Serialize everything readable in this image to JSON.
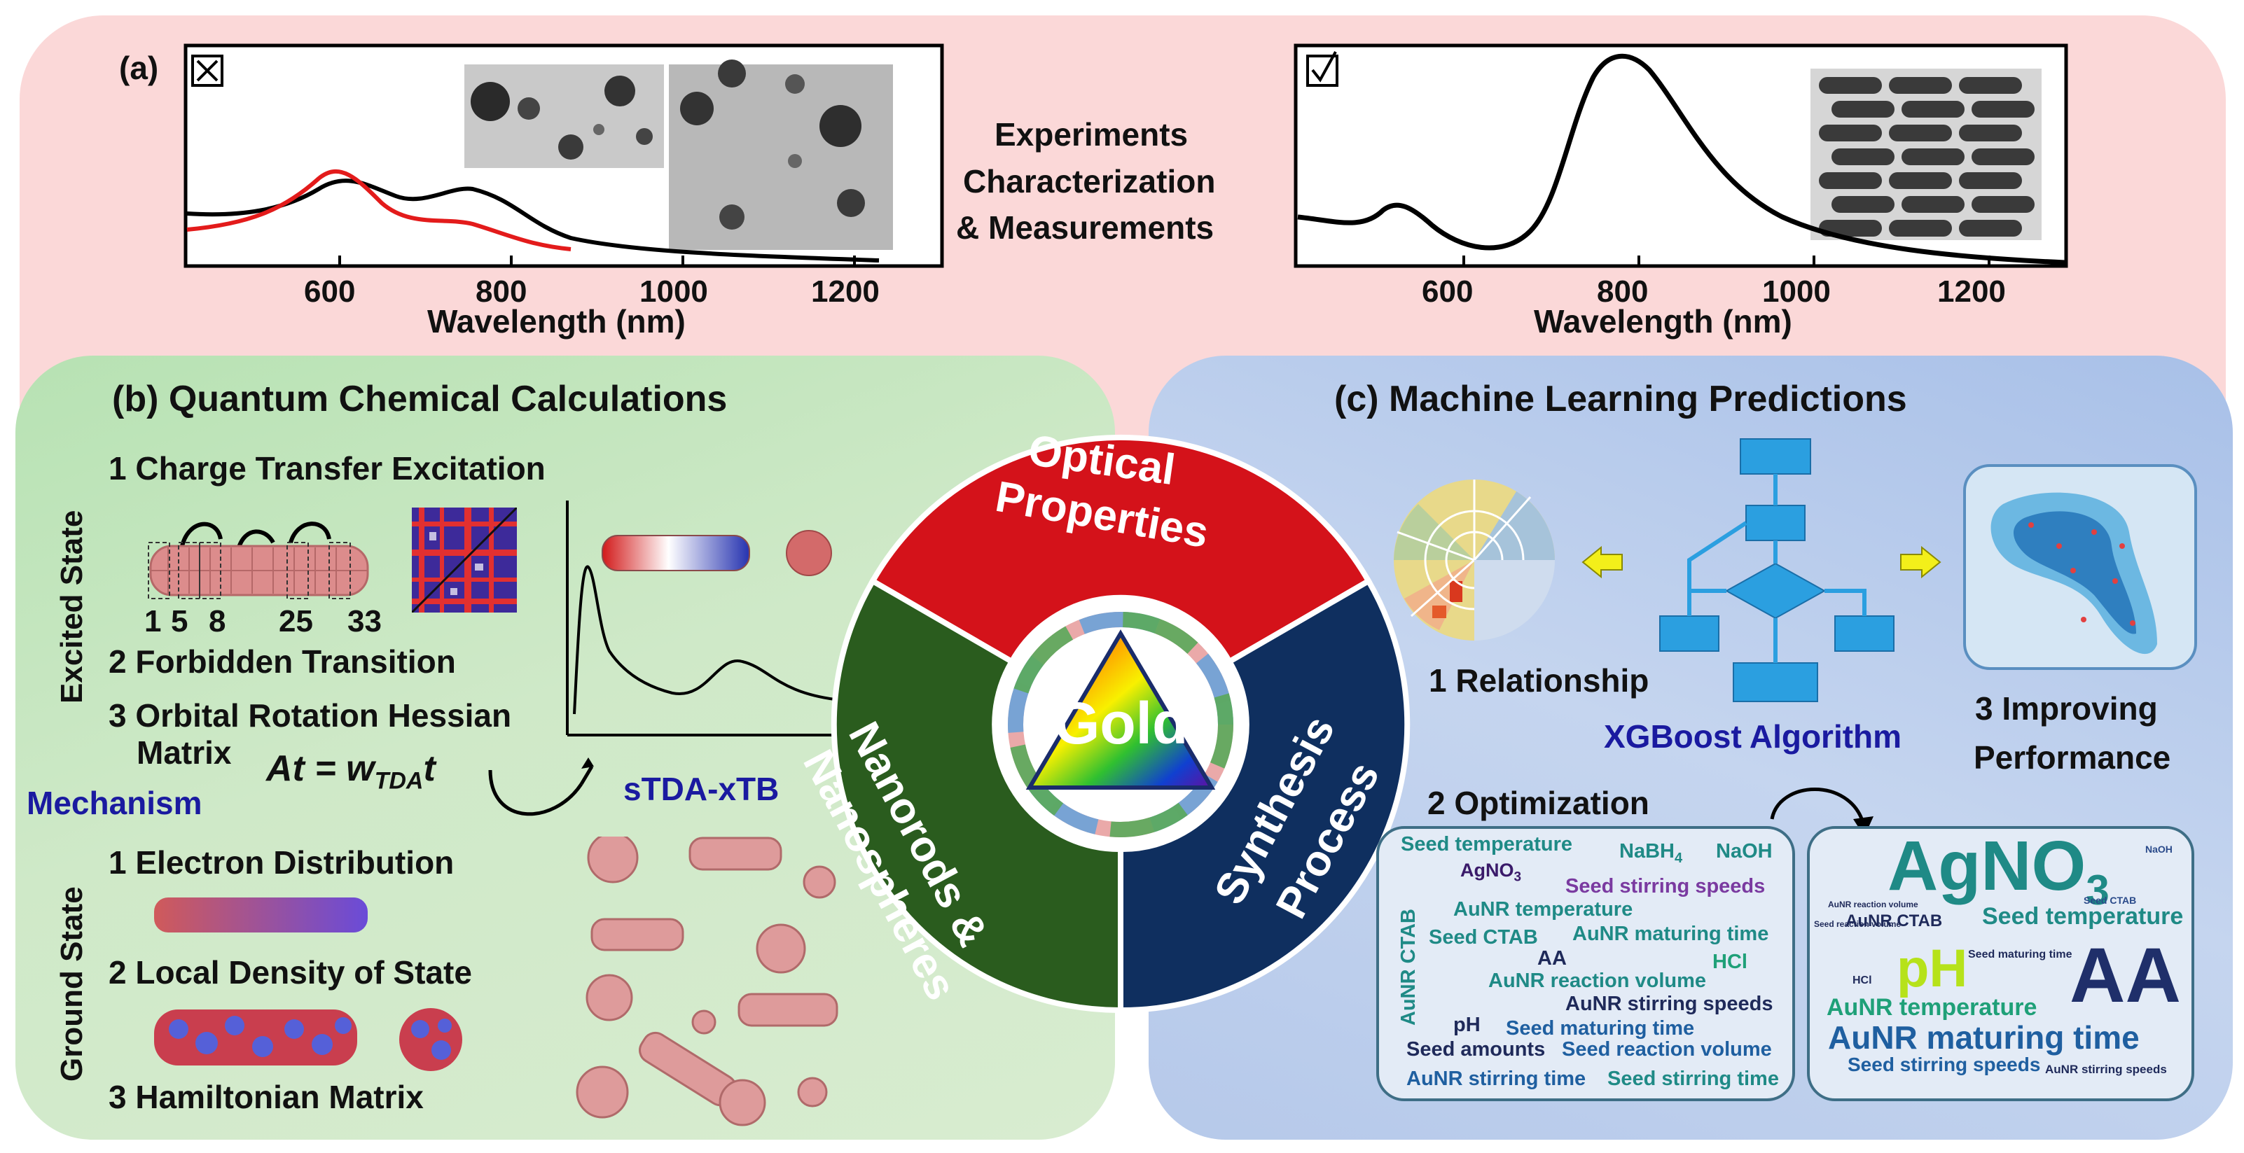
{
  "panel_a": {
    "label": "(a)",
    "experiments_lines": [
      "Experiments",
      "Characterization",
      "& Measurements"
    ],
    "left_plot": {
      "status_icon": "cross-box-icon",
      "xticks": [
        "600",
        "800",
        "1000",
        "1200"
      ],
      "xlabel": "Wavelength (nm)"
    },
    "right_plot": {
      "status_icon": "check-box-icon",
      "xticks": [
        "600",
        "800",
        "1000",
        "1200"
      ],
      "xlabel": "Wavelength (nm)"
    }
  },
  "panel_b": {
    "title": "(b) Quantum Chemical Calculations",
    "excited_state_label": "Excited State",
    "ground_state_label": "Ground State",
    "items_excited": [
      "1 Charge Transfer Excitation",
      "2 Forbidden Transition",
      "3 Orbital Rotation Hessian",
      "Matrix"
    ],
    "site_numbers": [
      "1",
      "5",
      "8",
      "25",
      "33"
    ],
    "equation": "At = w",
    "equation_sub": "TDA",
    "equation_tail": "t",
    "mechanism": "Mechanism",
    "method": "sTDA-xTB",
    "items_ground": [
      "1 Electron Distribution",
      "2 Local Density of State",
      "3 Hamiltonian Matrix"
    ]
  },
  "center": {
    "top": "Optical Properties",
    "top_lines": [
      "Optical",
      "Properties"
    ],
    "left_lines": [
      "Nanorods &",
      "Nanospheres"
    ],
    "right_lines": [
      "Synthesis",
      "Process"
    ],
    "core": "Gold",
    "colors": {
      "top": "#d4121a",
      "left": "#2a5c1e",
      "right": "#0f2f5f"
    }
  },
  "panel_c": {
    "title": "(c) Machine Learning Predictions",
    "relationship": "1 Relationship",
    "algorithm": "XGBoost Algorithm",
    "improving_lines": [
      "3 Improving",
      "Performance"
    ],
    "optimization": "2 Optimization",
    "word_list": [
      "Seed temperature",
      "NaBH",
      "NaOH",
      "AgNO",
      "Seed stirring speeds",
      "AuNR temperature",
      "AuNR CTAB",
      "Seed CTAB",
      "AuNR maturing time",
      "AA",
      "HCl",
      "AuNR reaction volume",
      "AuNR stirring speeds",
      "pH",
      "Seed maturing time",
      "Seed amounts",
      "Seed reaction volume",
      "AuNR stirring time",
      "Seed stirring time"
    ],
    "word_cloud": [
      "AgNO",
      "NaOH",
      "AuNR CTAB",
      "Seed CTAB",
      "Seed temperature",
      "Seed maturing time",
      "pH",
      "AA",
      "HCl",
      "AuNR temperature",
      "AuNR maturing time",
      "Seed stirring speeds",
      "AuNR stirring speeds",
      "Seed reaction volume",
      "AuNR reaction volume"
    ]
  }
}
